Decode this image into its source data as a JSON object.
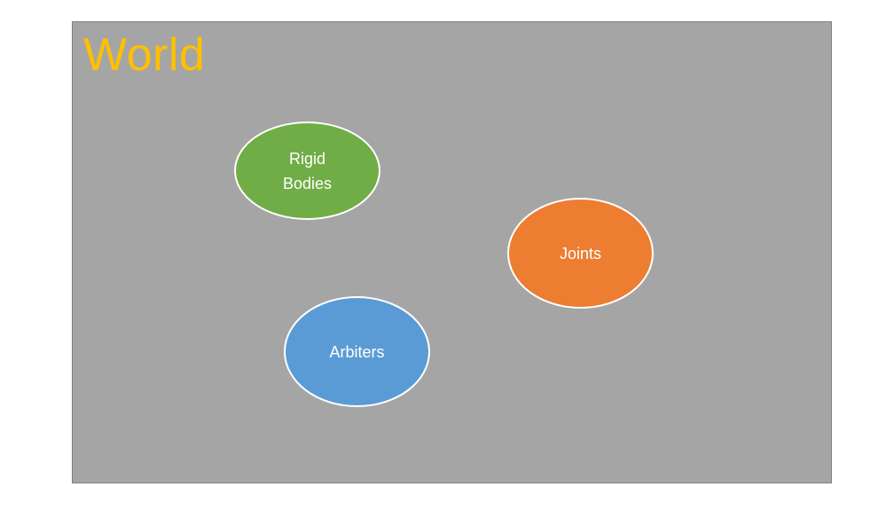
{
  "diagram": {
    "title": "World",
    "colors": {
      "frame_fill": "#a5a5a5",
      "frame_border": "#7f7f7f",
      "title": "#ffc000",
      "node_text": "#ffffff",
      "node_border": "#ffffff"
    },
    "nodes": [
      {
        "label": "Rigid\nBodies",
        "color": "#70ad47"
      },
      {
        "label": "Joints",
        "color": "#ed7d31"
      },
      {
        "label": "Arbiters",
        "color": "#5b9bd5"
      }
    ]
  }
}
